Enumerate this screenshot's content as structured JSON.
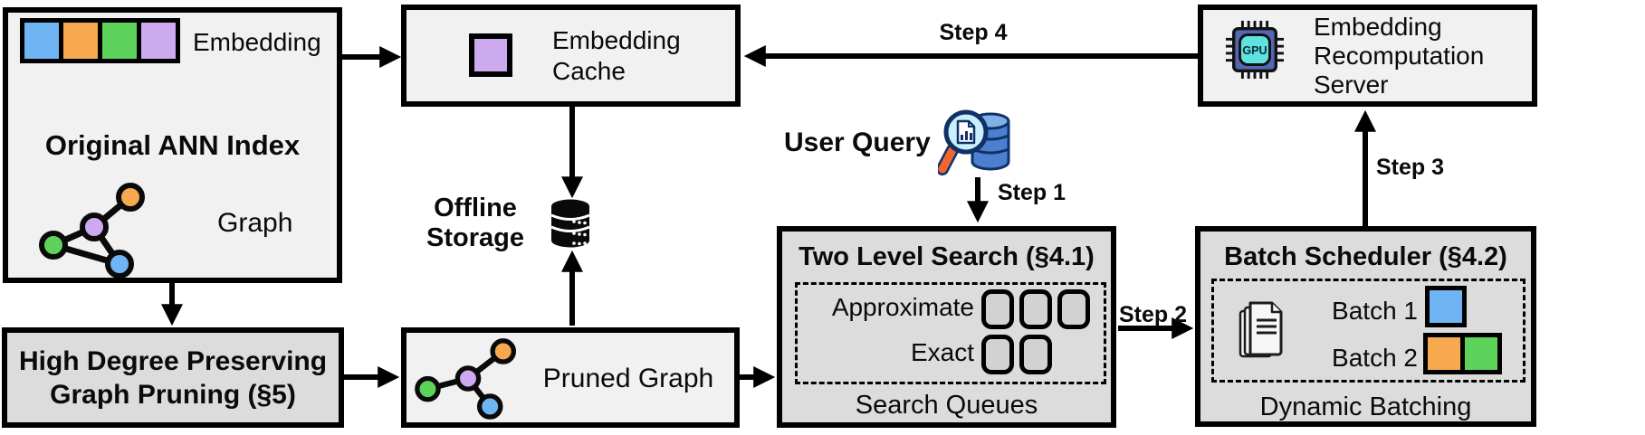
{
  "palette": {
    "blue": "#6FB5F3",
    "orange": "#F6A94E",
    "green": "#5ED35C",
    "purple": "#CDA9F0",
    "box_light": "#F1F1F1",
    "box_dark": "#DCDCDC",
    "queue_fill": "#D2D2D2",
    "gpu_body": "#5566B5",
    "gpu_core": "#5FE3E0",
    "db_blue": "#4D7FD0",
    "magnifier_handle": "#F2652F",
    "magnifier_lens": "#C9EFFA"
  },
  "original_index": {
    "embedding_label": "Embedding",
    "colors": [
      "blue",
      "orange",
      "green",
      "purple"
    ],
    "title": "Original ANN Index",
    "graph_label": "Graph"
  },
  "embedding_cache": {
    "label": "Embedding\nCache",
    "colors": [
      "purple"
    ]
  },
  "offline_storage": {
    "label": "Offline\nStorage",
    "icon": "database-icon"
  },
  "user_query": {
    "label": "User Query",
    "icon": "magnifier-database-icon"
  },
  "steps": {
    "step1": "Step 1",
    "step2": "Step 2",
    "step3": "Step 3",
    "step4": "Step 4"
  },
  "two_level_search": {
    "title": "Two Level Search (§4.1)",
    "rows": [
      {
        "label": "Approximate",
        "queues": 3
      },
      {
        "label": "Exact",
        "queues": 2
      }
    ],
    "footer": "Search Queues"
  },
  "batch_scheduler": {
    "title": "Batch Scheduler (§4.2)",
    "icon": "document-stack-icon",
    "batches": [
      {
        "label": "Batch 1",
        "colors": [
          "blue"
        ]
      },
      {
        "label": "Batch 2",
        "colors": [
          "orange",
          "green"
        ]
      }
    ],
    "footer": "Dynamic Batching"
  },
  "recomputation_server": {
    "label": "Embedding\nRecomputation\nServer",
    "chip_label": "GPU",
    "icon": "gpu-chip-icon"
  },
  "high_degree_pruning": {
    "label": "High Degree Preserving\nGraph Pruning (§5)"
  },
  "pruned_graph": {
    "label": "Pruned Graph",
    "icon": "pruned-graph-icon"
  }
}
